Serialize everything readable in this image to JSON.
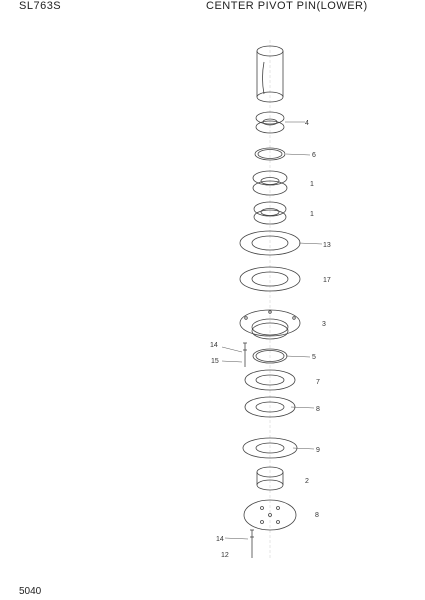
{
  "header": {
    "model": "SL763S",
    "title": "CENTER PIVOT PIN(LOWER)"
  },
  "footer": {
    "page_number": "5040"
  },
  "callouts": {
    "c1": "4",
    "c2": "6",
    "c3": "1",
    "c4": "1",
    "c5": "13",
    "c6": "17",
    "c7": "3",
    "c8": "14",
    "c9": "15",
    "c10": "5",
    "c11": "7",
    "c12": "8",
    "c13": "9",
    "c14": "2",
    "c15": "8",
    "c16": "14",
    "c17": "12"
  }
}
